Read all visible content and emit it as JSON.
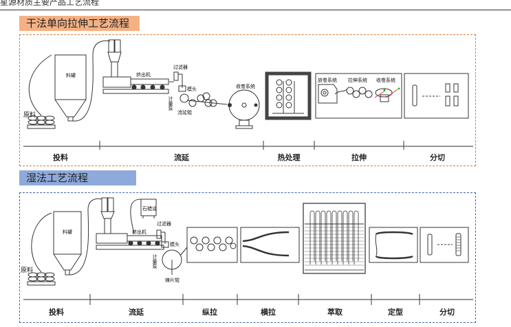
{
  "page": {
    "title": "星源材质主要产品工艺流程"
  },
  "dry_process": {
    "title": "干法单向拉伸工艺流程",
    "border_color": "#d9782f",
    "label_color": "#f4b184",
    "equipment_labels": {
      "raw_material": "原料",
      "hopper": "料罐",
      "extruder": "挤出机",
      "filter": "过滤器",
      "metering_pump": "计量泵",
      "die": "模头",
      "casting_roll": "流延辊",
      "winding_system": "收卷系统",
      "unwind_system": "放卷系统",
      "stretch_system": "拉伸系统",
      "rewind_system": "收卷系统"
    },
    "stages": [
      "投料",
      "流延",
      "热处理",
      "拉伸",
      "分切"
    ]
  },
  "wet_process": {
    "title": "湿法工艺流程",
    "border_color": "#3a63a8",
    "label_color": "#8eaadb",
    "equipment_labels": {
      "raw_material": "原料",
      "hopper": "料罐",
      "paraffin_oil": "石蜡油",
      "extruder": "挤出机",
      "filter": "过滤器",
      "metering_pump": "计量泵",
      "die": "模头",
      "chill_roll": "铸片辊"
    },
    "stages": [
      "投料",
      "流延",
      "纵拉",
      "横拉",
      "萃取",
      "定型",
      "分切"
    ]
  }
}
